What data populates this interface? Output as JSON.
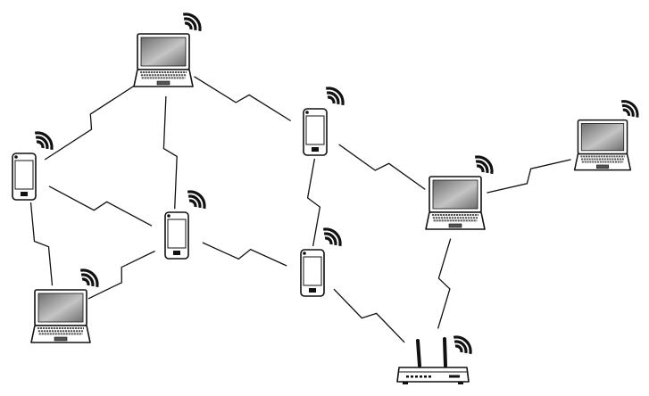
{
  "diagram": {
    "colors": {
      "stroke": "#111111",
      "device_body": "#ffffff",
      "screen_dark": "#6f6f6f",
      "screen_light": "#c4c4c4",
      "keyboard": "#555555",
      "background": "#ffffff"
    },
    "nodes": [
      {
        "id": "laptop-top",
        "type": "laptop",
        "icon": "laptop-icon"
      },
      {
        "id": "phone-left",
        "type": "phone",
        "icon": "smartphone-icon"
      },
      {
        "id": "phone-center-left",
        "type": "phone",
        "icon": "smartphone-icon"
      },
      {
        "id": "phone-top-center",
        "type": "phone",
        "icon": "smartphone-icon"
      },
      {
        "id": "phone-center",
        "type": "phone",
        "icon": "smartphone-icon"
      },
      {
        "id": "laptop-bottom-left",
        "type": "laptop",
        "icon": "laptop-icon"
      },
      {
        "id": "laptop-center-right",
        "type": "laptop",
        "icon": "laptop-icon"
      },
      {
        "id": "laptop-far-right",
        "type": "laptop",
        "icon": "laptop-icon"
      },
      {
        "id": "router",
        "type": "router",
        "icon": "wireless-router-icon"
      }
    ],
    "links": [
      [
        "laptop-top",
        "phone-left"
      ],
      [
        "laptop-top",
        "phone-center-left"
      ],
      [
        "laptop-top",
        "phone-top-center"
      ],
      [
        "phone-left",
        "phone-center-left"
      ],
      [
        "phone-left",
        "laptop-bottom-left"
      ],
      [
        "phone-center-left",
        "laptop-bottom-left"
      ],
      [
        "phone-center-left",
        "phone-center"
      ],
      [
        "phone-top-center",
        "phone-center"
      ],
      [
        "phone-top-center",
        "laptop-center-right"
      ],
      [
        "laptop-center-right",
        "laptop-far-right"
      ],
      [
        "laptop-center-right",
        "router"
      ],
      [
        "phone-center",
        "router"
      ]
    ]
  }
}
